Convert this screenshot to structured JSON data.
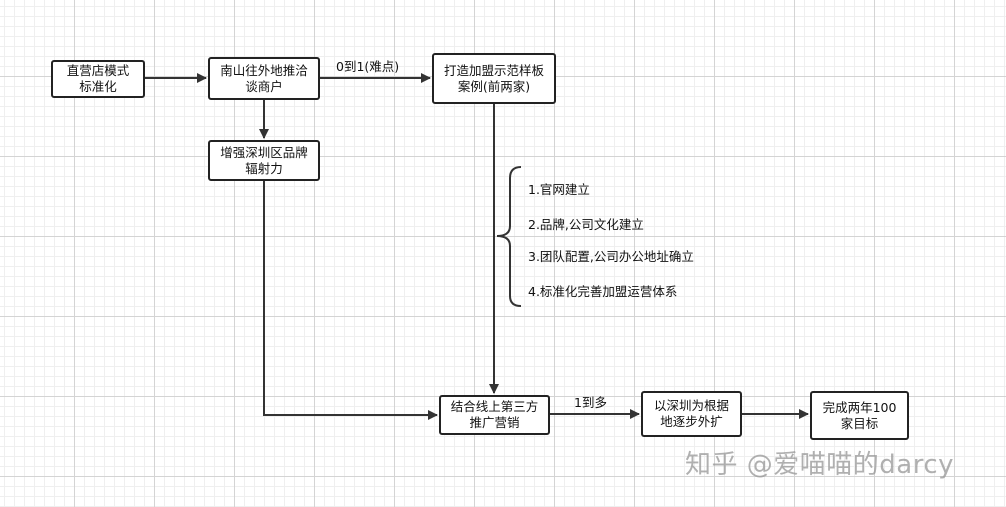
{
  "nodes": {
    "standardize": {
      "lines": [
        "直营店模式",
        "标准化"
      ]
    },
    "nanshan": {
      "lines": [
        "南山往外地推洽",
        "谈商户"
      ]
    },
    "model_case": {
      "lines": [
        "打造加盟示范样板",
        "案例(前两家)"
      ]
    },
    "brand": {
      "lines": [
        "增强深圳区品牌",
        "辐射力"
      ]
    },
    "marketing": {
      "lines": [
        "结合线上第三方",
        "推广营销"
      ]
    },
    "expand": {
      "lines": [
        "以深圳为根据",
        "地逐步外扩"
      ]
    },
    "goal": {
      "lines": [
        "完成两年100",
        "家目标"
      ]
    }
  },
  "edge_labels": {
    "zero_to_one": "0到1(难点)",
    "one_to_many": "1到多"
  },
  "steps": [
    "1.官网建立",
    "2.品牌,公司文化建立",
    "3.团队配置,公司办公地址确立",
    "4.标准化完善加盟运营体系"
  ],
  "watermark": "知乎 @爱喵喵的darcy",
  "colors": {
    "line": "#333333",
    "grid": "#d4d4d4"
  }
}
